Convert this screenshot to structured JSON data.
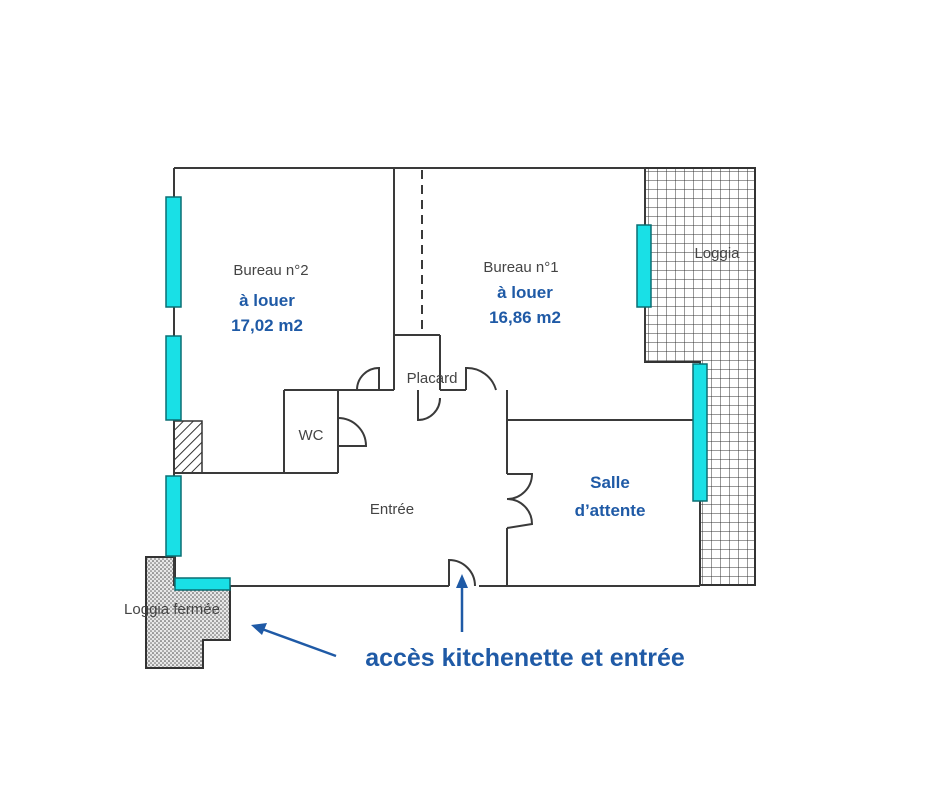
{
  "rooms": {
    "bureau2": {
      "name": "Bureau n°2",
      "status": "à louer",
      "area": "17,02 m2"
    },
    "bureau1": {
      "name": "Bureau n°1",
      "status": "à louer",
      "area": "16,86 m2"
    },
    "loggia": "Loggia",
    "placard": "Placard",
    "wc": "WC",
    "entree": "Entrée",
    "salle_attente": {
      "line1": "Salle",
      "line2": "d’attente"
    },
    "loggia_fermee": "Loggia fermée"
  },
  "annotation": {
    "text": "accès kitchenette et entrée"
  },
  "colors": {
    "window": "#19e0e6",
    "wall": "#3a3a3a",
    "label_blue": "#1f5aa6",
    "label_gray": "#444444",
    "grid_fill": "#ffffff"
  }
}
